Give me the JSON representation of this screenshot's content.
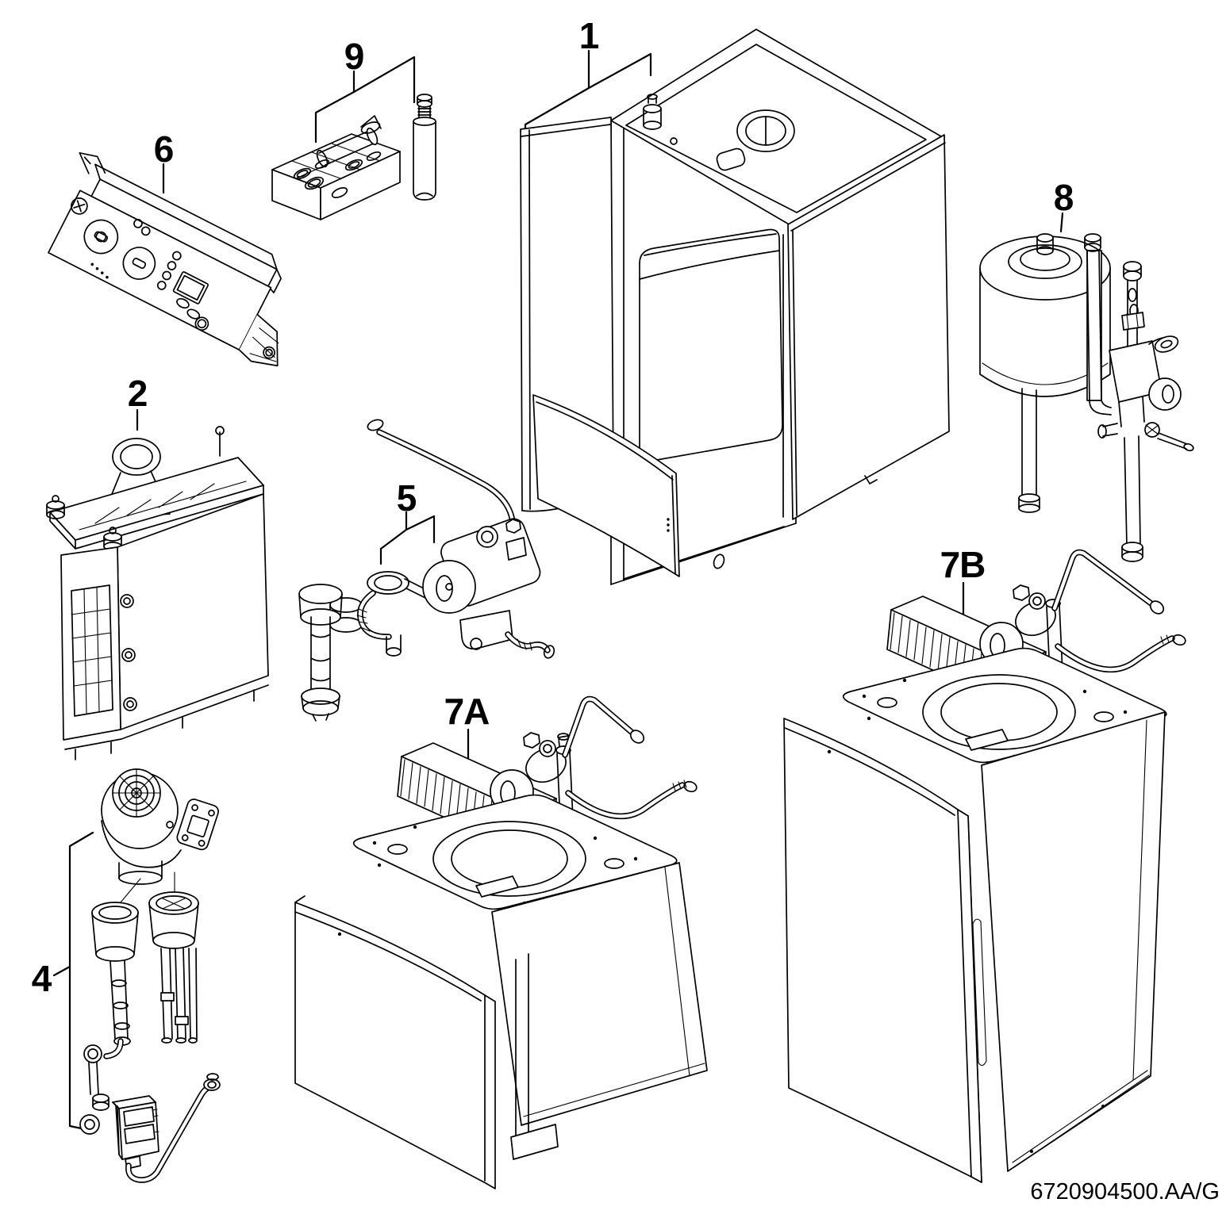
{
  "diagram": {
    "part_labels": [
      {
        "id": "1",
        "text": "1"
      },
      {
        "id": "2",
        "text": "2"
      },
      {
        "id": "4",
        "text": "4"
      },
      {
        "id": "5",
        "text": "5"
      },
      {
        "id": "6",
        "text": "6"
      },
      {
        "id": "7A",
        "text": "7A"
      },
      {
        "id": "7B",
        "text": "7B"
      },
      {
        "id": "8",
        "text": "8"
      },
      {
        "id": "9",
        "text": "9"
      }
    ],
    "footer": {
      "document_number": "6720904500.AA/G"
    },
    "colors": {
      "background": "#ffffff",
      "line": "#000000"
    }
  }
}
